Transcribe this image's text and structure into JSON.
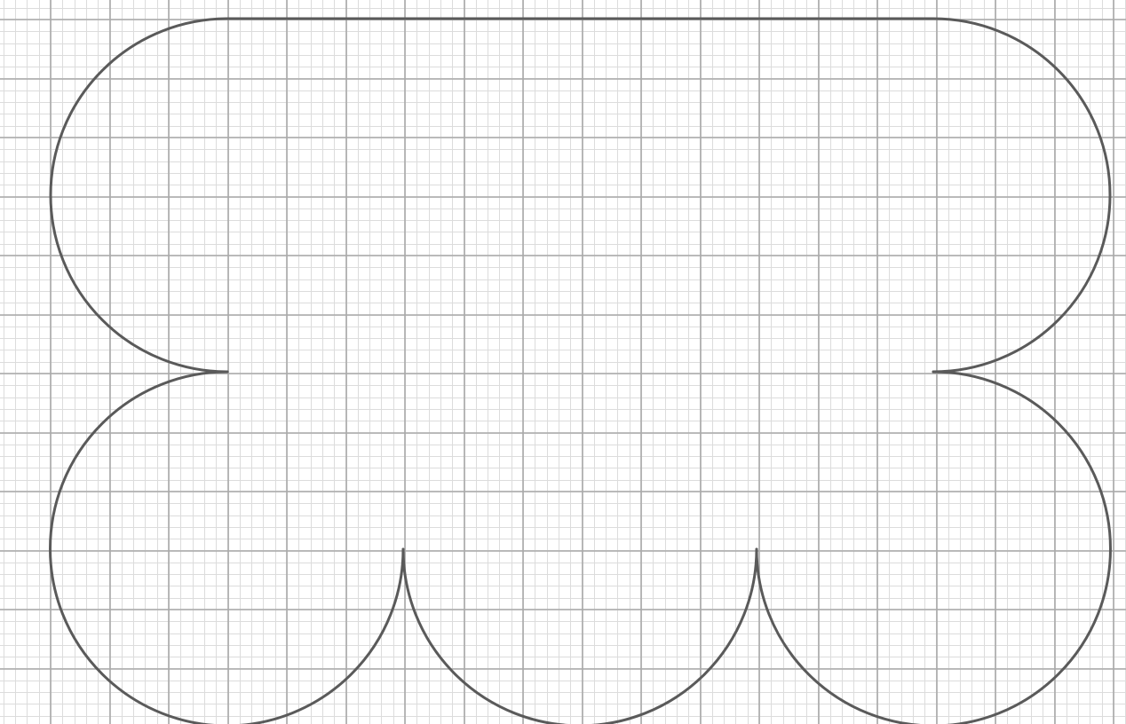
{
  "diagram": {
    "background": "graph-paper",
    "colors": {
      "paper": "#ffffff",
      "minor_grid": "#dcdcdc",
      "major_grid": "#a9a9a9",
      "outline": "#5a5a5a"
    },
    "shape": {
      "type": "scalloped-outline",
      "description_visible": false,
      "upper_side_arcs": 2,
      "lower_side_arcs": 2,
      "bottom_arcs": 3
    }
  }
}
